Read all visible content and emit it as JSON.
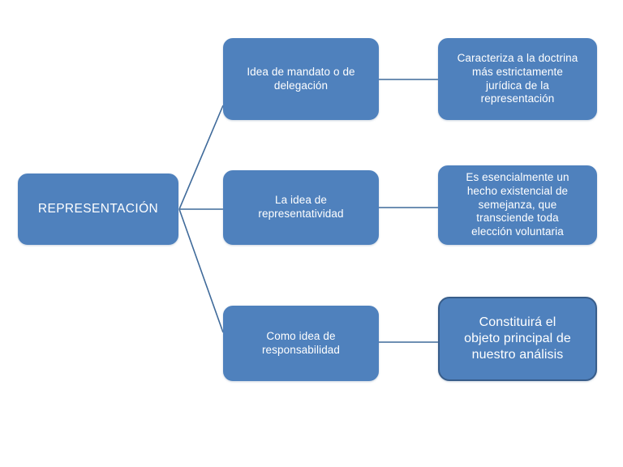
{
  "diagram": {
    "type": "horizontal-tree",
    "background_color": "#ffffff",
    "node_fill_color": "#4f81bd",
    "node_text_color": "#ffffff",
    "connector_color": "#3f6a9a",
    "emphasis_border_color": "#385d8a",
    "root": {
      "label": "REPRESENTACIÓN"
    },
    "branches": [
      {
        "label": "Idea de mandato o de\ndelegación",
        "detail": "Caracteriza a la doctrina\nmás estrictamente\njurídica de la\nrepresentación"
      },
      {
        "label": "La idea de\nrepresentatividad",
        "detail": "Es esencialmente un\nhecho existencial de\nsemejanza, que\ntransciende  toda\nelección voluntaria"
      },
      {
        "label": "Como idea de\nresponsabilidad",
        "detail": "Constituirá el\nobjeto principal de\nnuestro análisis"
      }
    ]
  }
}
